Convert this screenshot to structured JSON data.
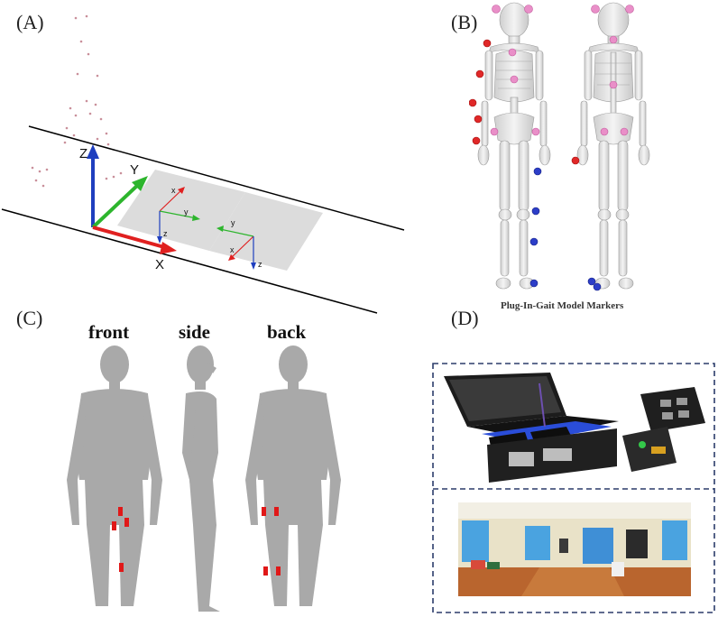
{
  "panels": {
    "a": {
      "label": "(A)",
      "axes": {
        "z": "Z",
        "y": "Y",
        "x": "X"
      },
      "plate_axes": {
        "x": "x",
        "y": "y",
        "z": "z"
      }
    },
    "b": {
      "label": "(B)",
      "caption": "Plug-In-Gait Model Markers"
    },
    "c": {
      "label": "(C)",
      "views": [
        "front",
        "side",
        "back"
      ]
    },
    "d": {
      "label": "(D)"
    }
  }
}
